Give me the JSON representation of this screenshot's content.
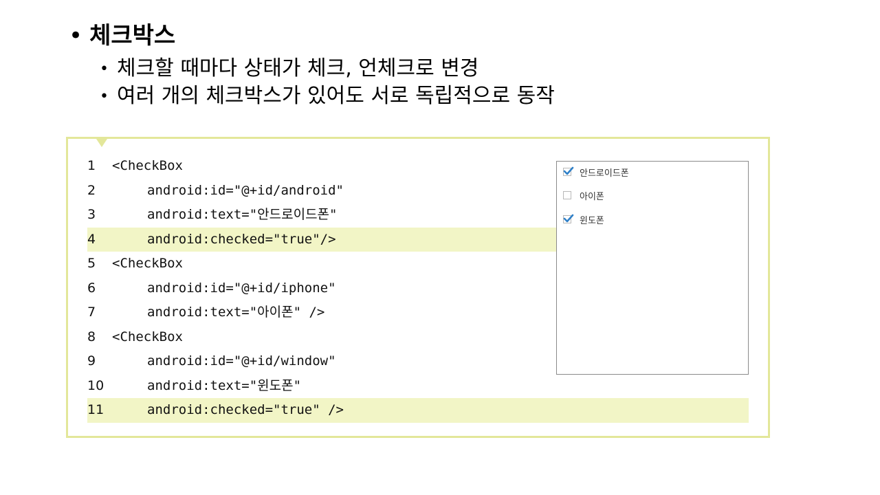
{
  "slide": {
    "title": "체크박스",
    "bullet_char": "•",
    "bullets": [
      "체크할 때마다 상태가 체크, 언체크로 변경",
      "여러 개의 체크박스가 있어도 서로 독립적으로 동작"
    ]
  },
  "code": {
    "lines": [
      {
        "num": "1",
        "text": "<CheckBox"
      },
      {
        "num": "2",
        "text": "android:id=\"@+id/android\""
      },
      {
        "num": "3",
        "text": "android:text=\"안드로이드폰\""
      },
      {
        "num": "4",
        "text": "android:checked=\"true\"/>"
      },
      {
        "num": "5",
        "text": "<CheckBox"
      },
      {
        "num": "6",
        "text": "android:id=\"@+id/iphone\""
      },
      {
        "num": "7",
        "text": "android:text=\"아이폰\" />"
      },
      {
        "num": "8",
        "text": "<CheckBox"
      },
      {
        "num": "9",
        "text": "android:id=\"@+id/window\""
      },
      {
        "num": "10",
        "text": "android:text=\"윈도폰\""
      },
      {
        "num": "11",
        "text": "android:checked=\"true\" />"
      }
    ]
  },
  "preview": {
    "items": [
      {
        "label": "안드로이드폰",
        "checked": true
      },
      {
        "label": "아이폰",
        "checked": false
      },
      {
        "label": "윈도폰",
        "checked": true
      }
    ]
  },
  "colors": {
    "frame_border": "#e3e79a",
    "line_highlight": "#f2f5c6",
    "checkmark": "#2f80c8"
  }
}
